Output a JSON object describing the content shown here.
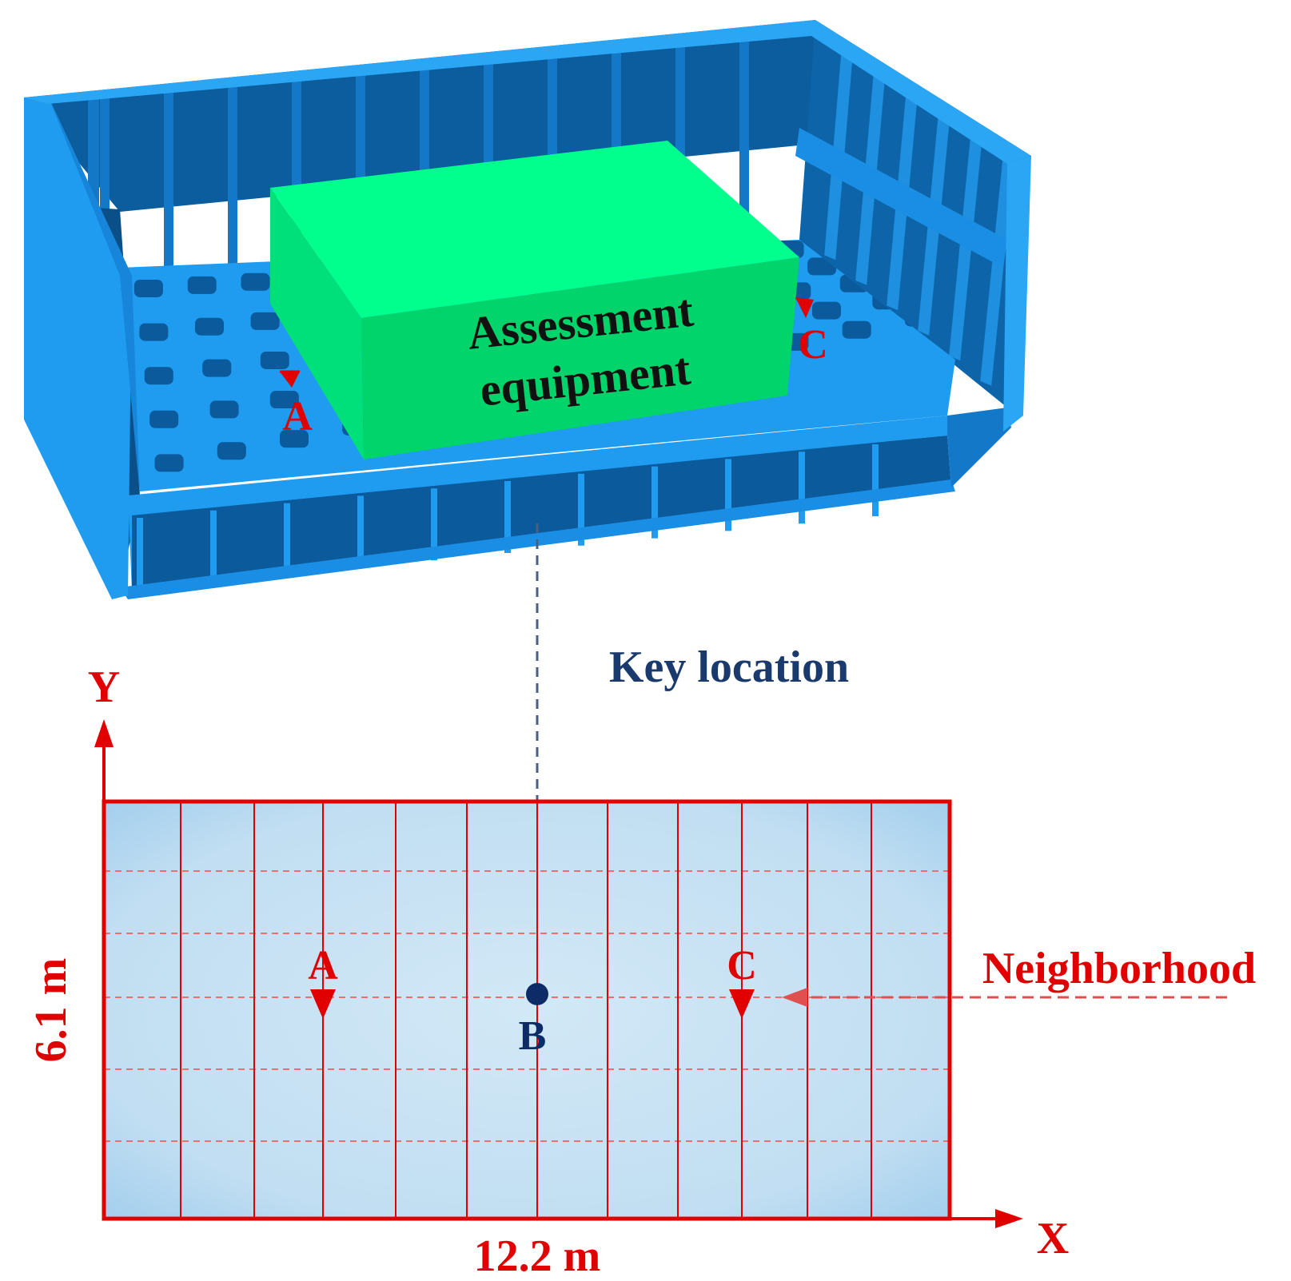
{
  "model": {
    "box_label_line1": "Assessment",
    "box_label_line2": "equipment",
    "marker_a": "A",
    "marker_c": "C"
  },
  "callout": {
    "key_location": "Key location"
  },
  "plan": {
    "axis_x": "X",
    "axis_y": "Y",
    "width_dim": "12.2 m",
    "height_dim": "6.1 m",
    "point_a": "A",
    "point_b": "B",
    "point_c": "C",
    "neighborhood": "Neighborhood"
  },
  "colors": {
    "hull_light": "#1f9bf0",
    "hull_mid": "#127fd2",
    "hull_dark": "#0a5a9c",
    "equipment_top": "#00ff8c",
    "equipment_front": "#00d66a",
    "plan_line": "#e00000",
    "plan_fill": "#c4e0f2",
    "key_color": "#1a3a6e"
  }
}
